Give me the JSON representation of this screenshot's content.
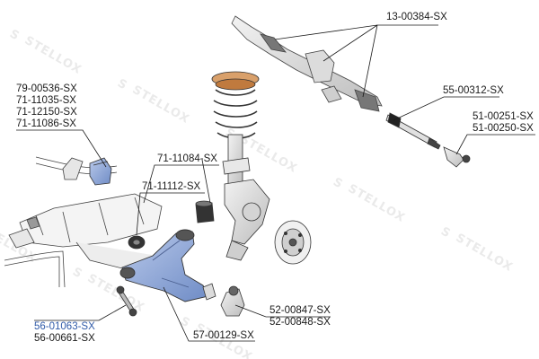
{
  "watermark": {
    "text": "STELLOX",
    "logo_text": "S"
  },
  "colors": {
    "highlight": "#2f5aa8",
    "text": "#1a1a1a",
    "line": "#1a1a1a",
    "part_blue": "#8fa7d6",
    "spring_top": "#d9a06a",
    "watermark": "#d9d9d9"
  },
  "parts": {
    "steering_rack": {
      "codes": [
        "13-00384-SX"
      ]
    },
    "tie_rod_axial": {
      "codes": [
        "55-00312-SX"
      ]
    },
    "tie_rod_end": {
      "codes": [
        "51-00251-SX",
        "51-00250-SX"
      ]
    },
    "stabilizer_bushing": {
      "codes": [
        "79-00536-SX",
        "71-11035-SX",
        "71-12150-SX",
        "71-11086-SX"
      ]
    },
    "control_arm_bushing_rear": {
      "codes": [
        "71-11084-SX"
      ]
    },
    "control_arm_bushing_front": {
      "codes": [
        "71-11112-SX"
      ]
    },
    "ball_joint": {
      "codes": [
        "52-00847-SX",
        "52-00848-SX"
      ]
    },
    "control_arm": {
      "codes": [
        "57-00129-SX"
      ]
    },
    "stabilizer_link": {
      "codes": [
        "56-01063-SX",
        "56-00661-SX"
      ],
      "highlighted": "56-01063-SX"
    }
  }
}
